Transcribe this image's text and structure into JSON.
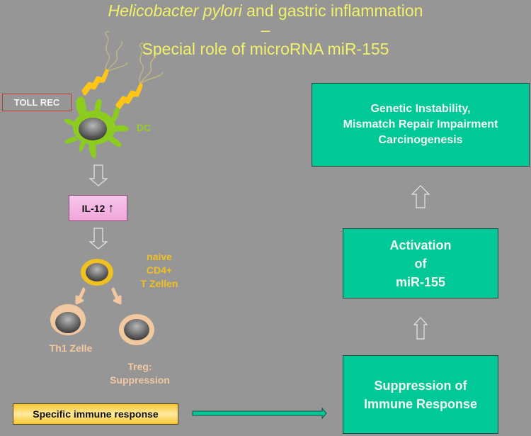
{
  "title": {
    "line1_italic": "Helicobacter pylori",
    "line1_rest": " and gastric inflammation –",
    "line2": "Special role of microRNA miR-155"
  },
  "left_pathway": {
    "toll_receptor_label": "TOLL REC",
    "dendritic_cell_label": "DC",
    "cytokine_label": "IL-12",
    "cytokine_trend_symbol": "↑",
    "naive_cells_label": [
      "naive",
      "CD4+",
      "T Zellen"
    ],
    "th1_label": "Th1 Zelle",
    "treg_label": [
      "Treg:",
      "Suppression"
    ],
    "specific_response_label": "Specific immune response"
  },
  "right_pathway": {
    "boxes": [
      {
        "lines": [
          "Genetic Instability,",
          "Mismatch Repair Impairment",
          "Carcinogenesis"
        ]
      },
      {
        "lines": [
          "Activation",
          "of",
          "miR-155"
        ]
      },
      {
        "lines": [
          "Suppression of",
          "Immune Response"
        ]
      }
    ]
  },
  "colors": {
    "background": "#969696",
    "title": "#f3f06a",
    "green_box": "#00c896",
    "dc_cell": "#8ccc1e",
    "bacteria": "#ffc418",
    "naive_ring": "#f0c020",
    "effector_cell": "#f2c8a0",
    "il12_box": "#f4b4e4",
    "specific_box": "#f7c72e"
  }
}
